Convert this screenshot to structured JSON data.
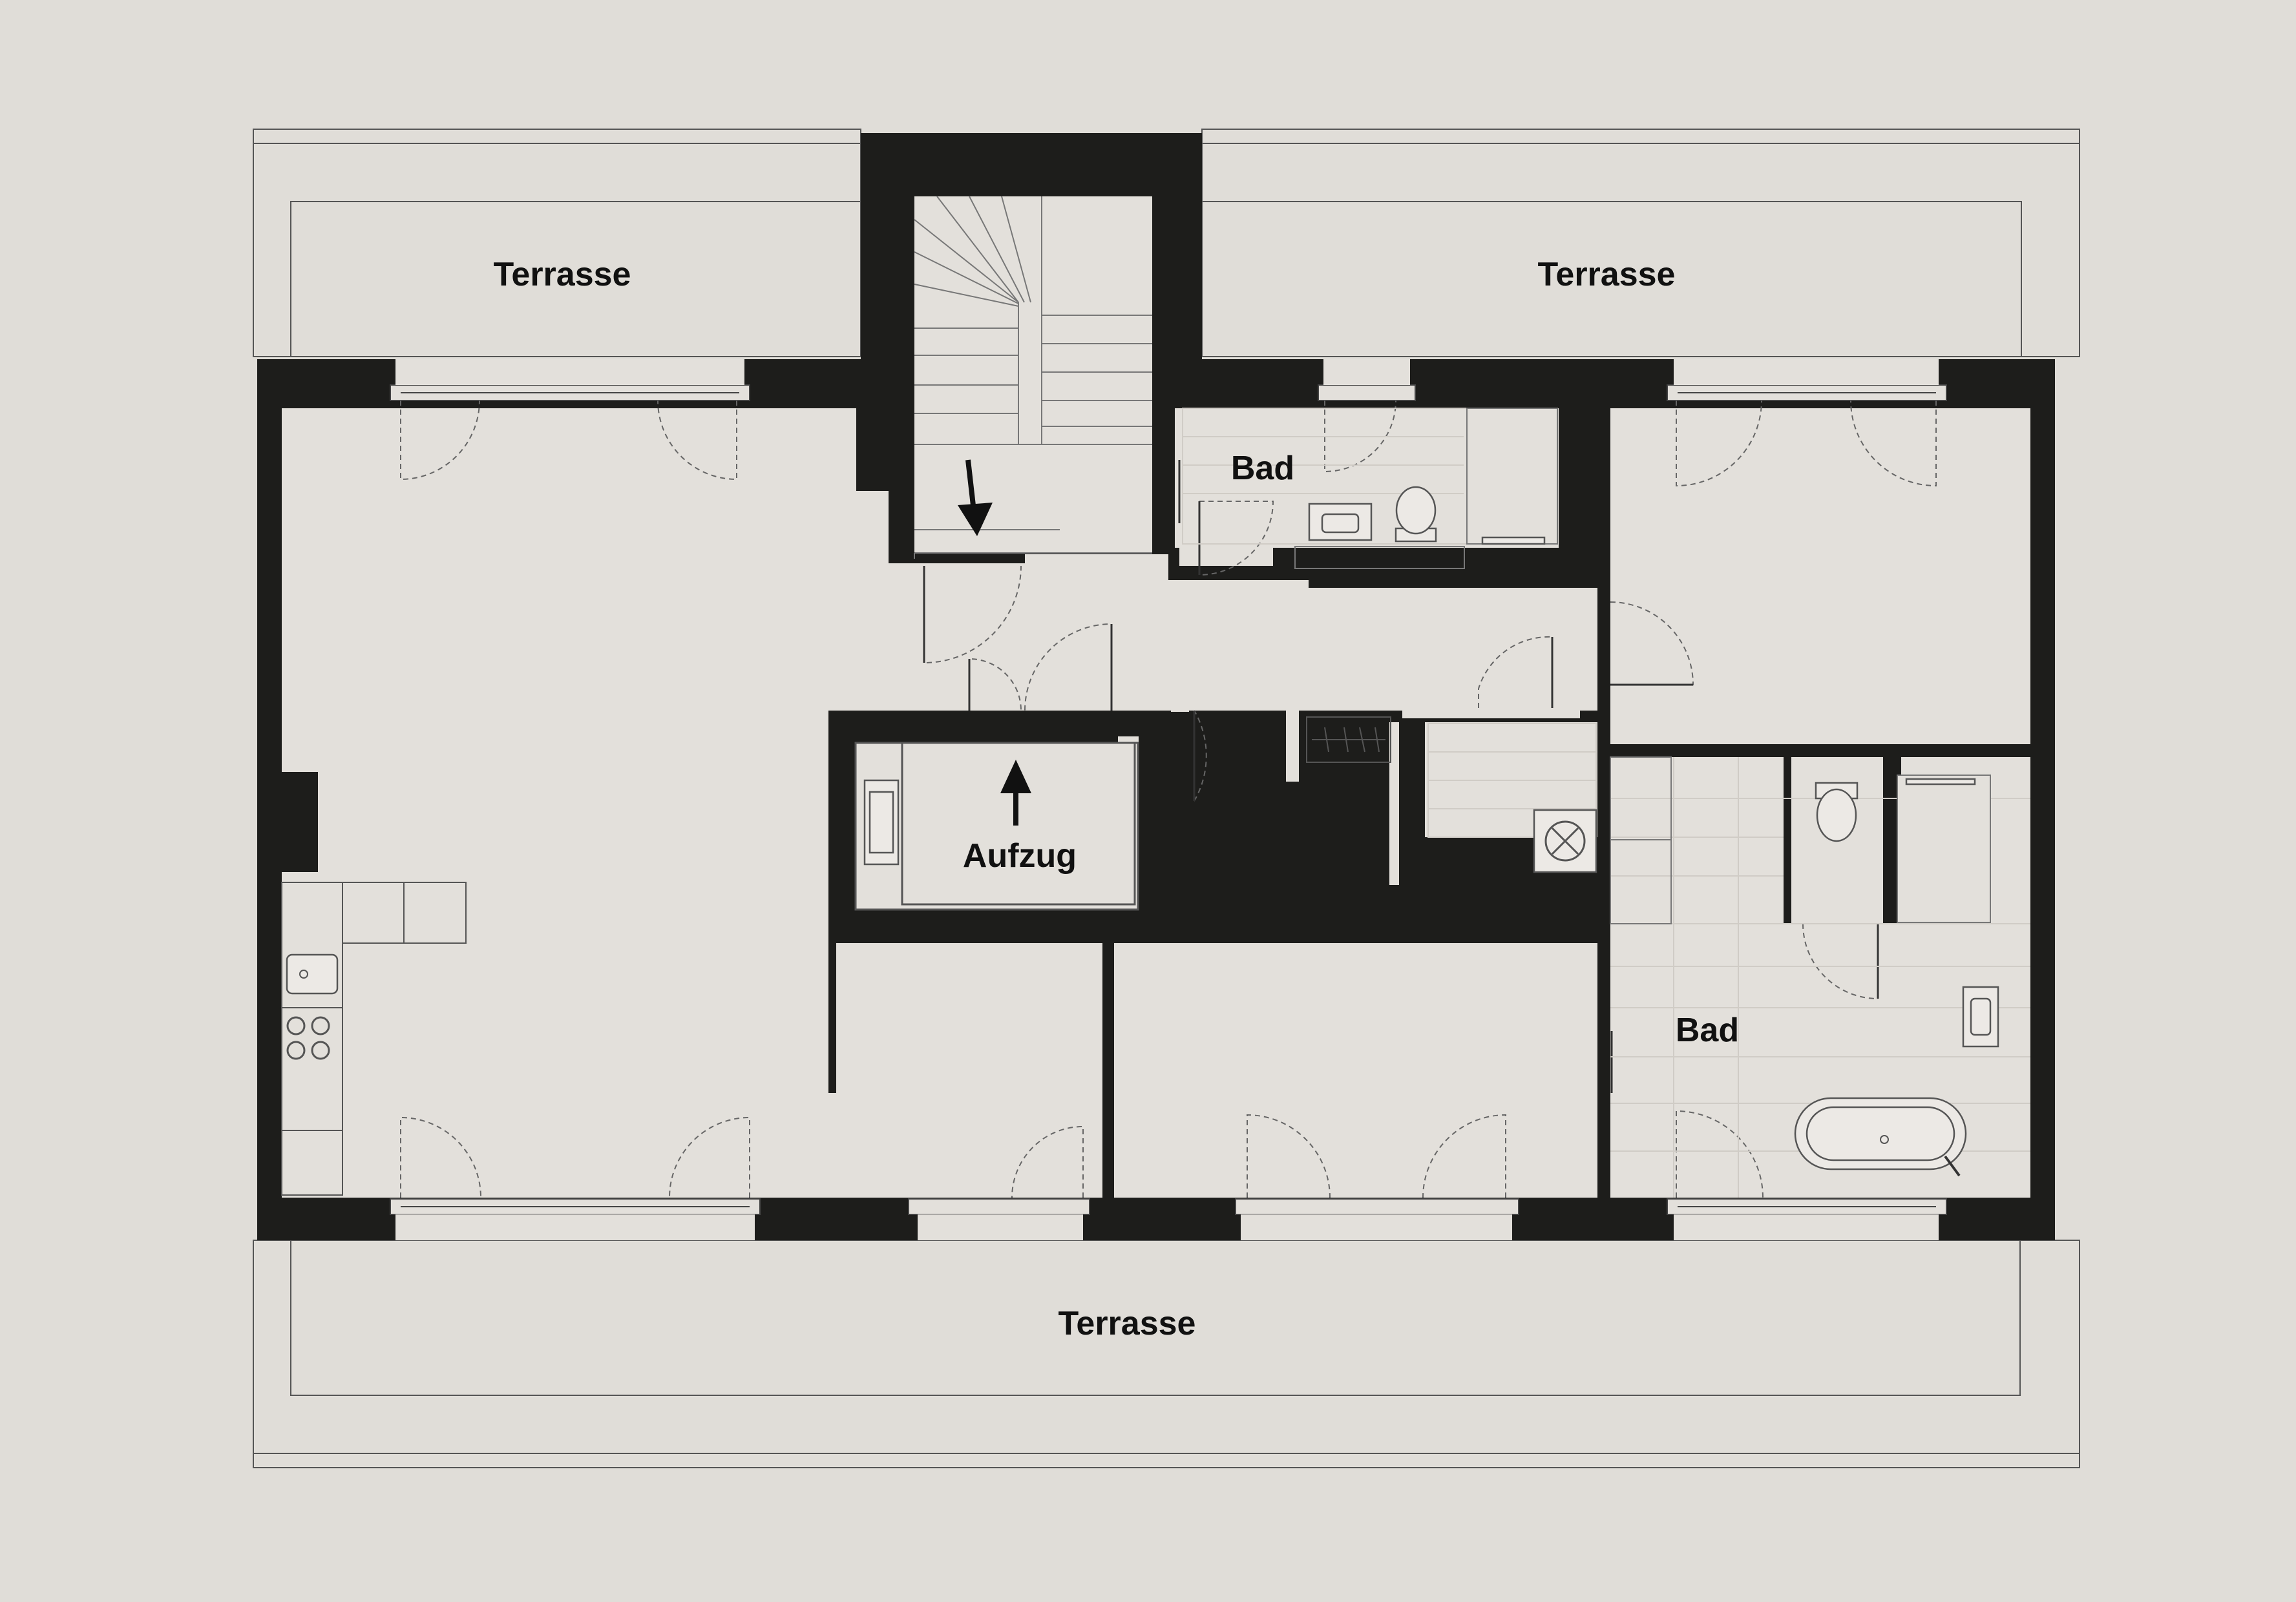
{
  "labels": {
    "terrace_top_left": "Terrasse",
    "terrace_top_right": "Terrasse",
    "terrace_bottom": "Terrasse",
    "bath_upper": "Bad",
    "bath_lower": "Bad",
    "elevator": "Aufzug"
  },
  "colors": {
    "background": "#e0ddd8",
    "wall": "#1d1d1b",
    "line": "#555555"
  }
}
